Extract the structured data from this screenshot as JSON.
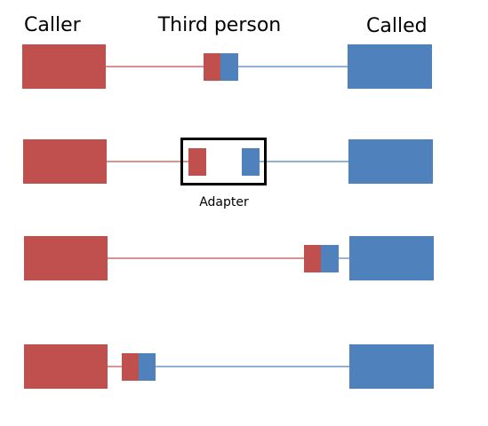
{
  "headers": {
    "caller": "Caller",
    "third_person": "Third person",
    "called": "Called"
  },
  "adapter_label": "Adapter",
  "colors": {
    "caller": "#c0504d",
    "called": "#4f81bd",
    "frame": "#000000",
    "background": "#ffffff"
  }
}
